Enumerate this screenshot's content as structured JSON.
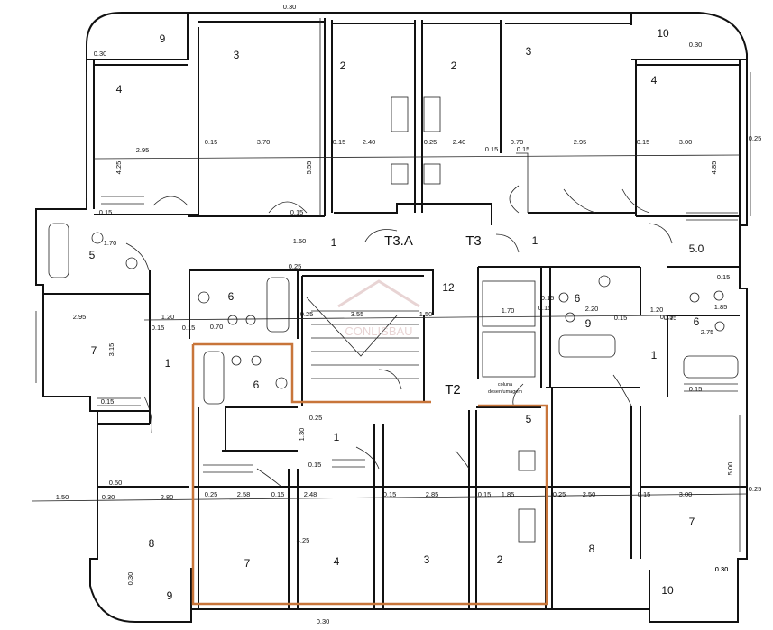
{
  "plan": {
    "unit_labels": {
      "t3a": "T3.A",
      "t3": "T3",
      "t2": "T2"
    },
    "shaft_note": [
      "coluna",
      "desenfumagem"
    ],
    "watermark": "CONLISBAU",
    "rooms": [
      "9",
      "3",
      "2",
      "2",
      "3",
      "10",
      "4",
      "4",
      "1",
      "1",
      "5",
      "5.0",
      "12",
      "6",
      "6",
      "9",
      "7",
      "1",
      "1",
      "6",
      "6",
      "1",
      "5",
      "8",
      "7",
      "4",
      "3",
      "2",
      "8",
      "7",
      "9",
      "10"
    ],
    "dims": [
      "0.30",
      "0.30",
      "0.30",
      "0.30",
      "2.95",
      "0.15",
      "3.70",
      "0.15",
      "2.40",
      "0.25",
      "2.40",
      "0.15",
      "0.70",
      "2.95",
      "0.15",
      "3.00",
      "0.25",
      "4.25",
      "5.55",
      "4.85",
      "0.15",
      "0.15",
      "1.50",
      "1.70",
      "0.25",
      "0.15",
      "2.95",
      "1.20",
      "0.15",
      "0.15",
      "3.15",
      "3.55",
      "0.25",
      "1.50",
      "1.70",
      "2.20",
      "0.15",
      "1.20",
      "0.15",
      "1.85",
      "2.75",
      "0.70",
      "0.15",
      "0.15",
      "0.15",
      "0.25",
      "1.30",
      "0.15",
      "1.50",
      "0.30",
      "2.80",
      "0.25",
      "2.58",
      "0.15",
      "2.48",
      "0.15",
      "2.85",
      "0.15",
      "1.85",
      "0.25",
      "2.50",
      "0.15",
      "3.00",
      "0.25",
      "0.50",
      "4.25",
      "5.00",
      "0.30",
      "0.30",
      "0.30",
      "0.15",
      "0.15",
      "0.15"
    ]
  },
  "colors": {
    "wall": "#111111",
    "highlight": "#c8753a",
    "watermark": "#d9b8b8"
  }
}
